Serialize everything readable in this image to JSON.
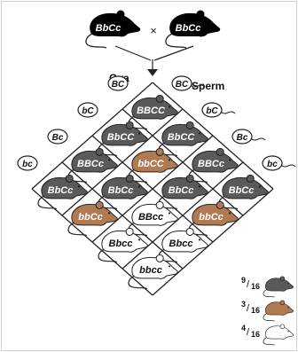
{
  "cross": {
    "parent_left": "BbCc",
    "parent_right": "BbCc",
    "symbol": "×"
  },
  "headers": {
    "ova": "Ova",
    "sperm": "Sperm"
  },
  "ova_gametes": [
    "BC",
    "bC",
    "Bc",
    "bc"
  ],
  "sperm_gametes": [
    "BC",
    "bC",
    "Bc",
    "bc"
  ],
  "grid": [
    [
      {
        "genotype": "BBCC",
        "coat": "black"
      },
      {
        "genotype": "BbCC",
        "coat": "black"
      },
      {
        "genotype": "BBCc",
        "coat": "black"
      },
      {
        "genotype": "BbCc",
        "coat": "black"
      }
    ],
    [
      {
        "genotype": "BbCC",
        "coat": "black"
      },
      {
        "genotype": "bbCC",
        "coat": "brown"
      },
      {
        "genotype": "BbCc",
        "coat": "black"
      },
      {
        "genotype": "bbCc",
        "coat": "brown"
      }
    ],
    [
      {
        "genotype": "BBCc",
        "coat": "black"
      },
      {
        "genotype": "BbCc",
        "coat": "black"
      },
      {
        "genotype": "BBcc",
        "coat": "albino"
      },
      {
        "genotype": "Bbcc",
        "coat": "albino"
      }
    ],
    [
      {
        "genotype": "BbCc",
        "coat": "black"
      },
      {
        "genotype": "bbCc",
        "coat": "brown"
      },
      {
        "genotype": "Bbcc",
        "coat": "albino"
      },
      {
        "genotype": "bbcc",
        "coat": "albino"
      }
    ]
  ],
  "ratios": [
    {
      "num": "9",
      "den": "16",
      "coat": "black"
    },
    {
      "num": "3",
      "den": "16",
      "coat": "brown"
    },
    {
      "num": "4",
      "den": "16",
      "coat": "albino"
    }
  ],
  "colors": {
    "black": "#5a5a5a",
    "brown": "#b07b52",
    "albino": "#ffffff",
    "outline": "#222222"
  }
}
